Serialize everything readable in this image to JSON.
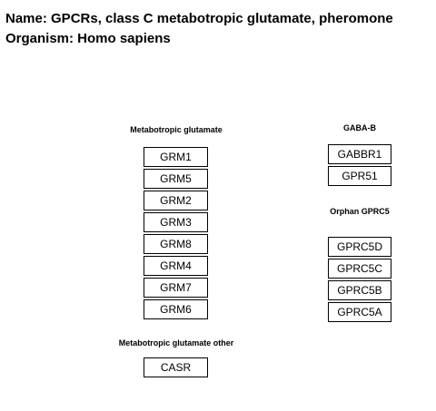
{
  "header": {
    "name": "Name: GPCRs, class C metabotropic glutamate, pheromone",
    "organism": "Organism: Homo sapiens"
  },
  "groups": {
    "metabotropic_glutamate": {
      "title": "Metabotropic glutamate",
      "genes": [
        "GRM1",
        "GRM5",
        "GRM2",
        "GRM3",
        "GRM8",
        "GRM4",
        "GRM7",
        "GRM6"
      ]
    },
    "metabotropic_glutamate_other": {
      "title": "Metabotropic glutamate other",
      "genes": [
        "CASR"
      ]
    },
    "gaba_b": {
      "title": "GABA-B",
      "genes": [
        "GABBR1",
        "GPR51"
      ]
    },
    "orphan_gprc5": {
      "title": "Orphan GPRC5",
      "genes": [
        "GPRC5D",
        "GPRC5C",
        "GPRC5B",
        "GPRC5A"
      ]
    }
  }
}
